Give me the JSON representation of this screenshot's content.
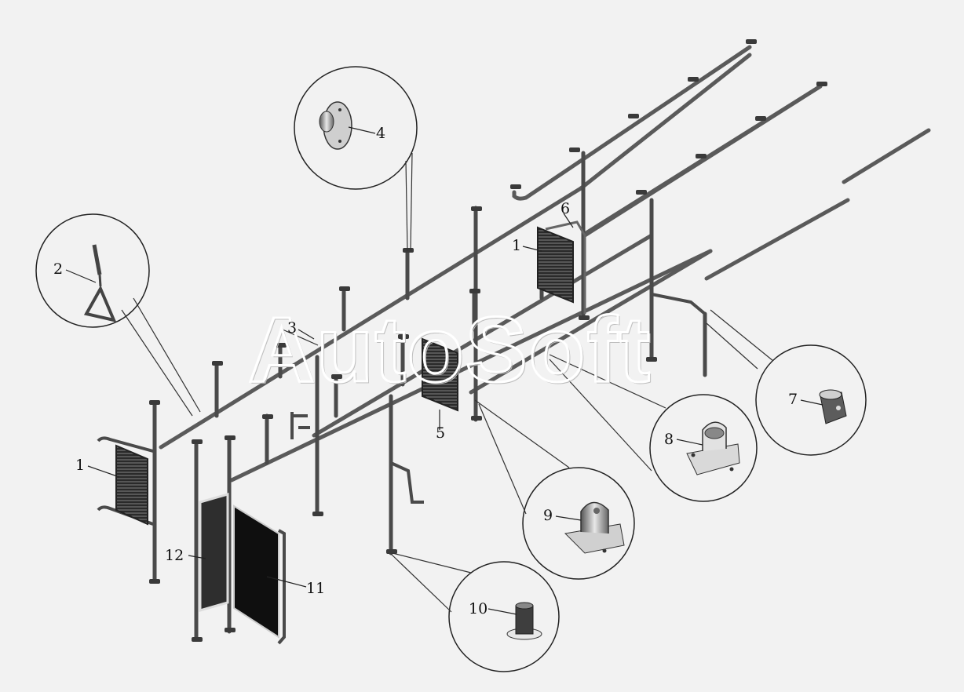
{
  "watermark": "AutoSoft",
  "callouts": [
    {
      "id": "label-1-left",
      "text": "1"
    },
    {
      "id": "label-1-right",
      "text": "1"
    },
    {
      "id": "label-2",
      "text": "2"
    },
    {
      "id": "label-3",
      "text": "3"
    },
    {
      "id": "label-4",
      "text": "4"
    },
    {
      "id": "label-5",
      "text": "5"
    },
    {
      "id": "label-6",
      "text": "6"
    },
    {
      "id": "label-7",
      "text": "7"
    },
    {
      "id": "label-8",
      "text": "8"
    },
    {
      "id": "label-9",
      "text": "9"
    },
    {
      "id": "label-10",
      "text": "10"
    },
    {
      "id": "label-11",
      "text": "11"
    },
    {
      "id": "label-12",
      "text": "12"
    }
  ],
  "colors": {
    "background": "#f2f2f2",
    "pipe": "#5a5a5a",
    "pipe_light": "#9a9a9a",
    "panel": "#1e1e1e",
    "outline": "#2a2a2a"
  }
}
